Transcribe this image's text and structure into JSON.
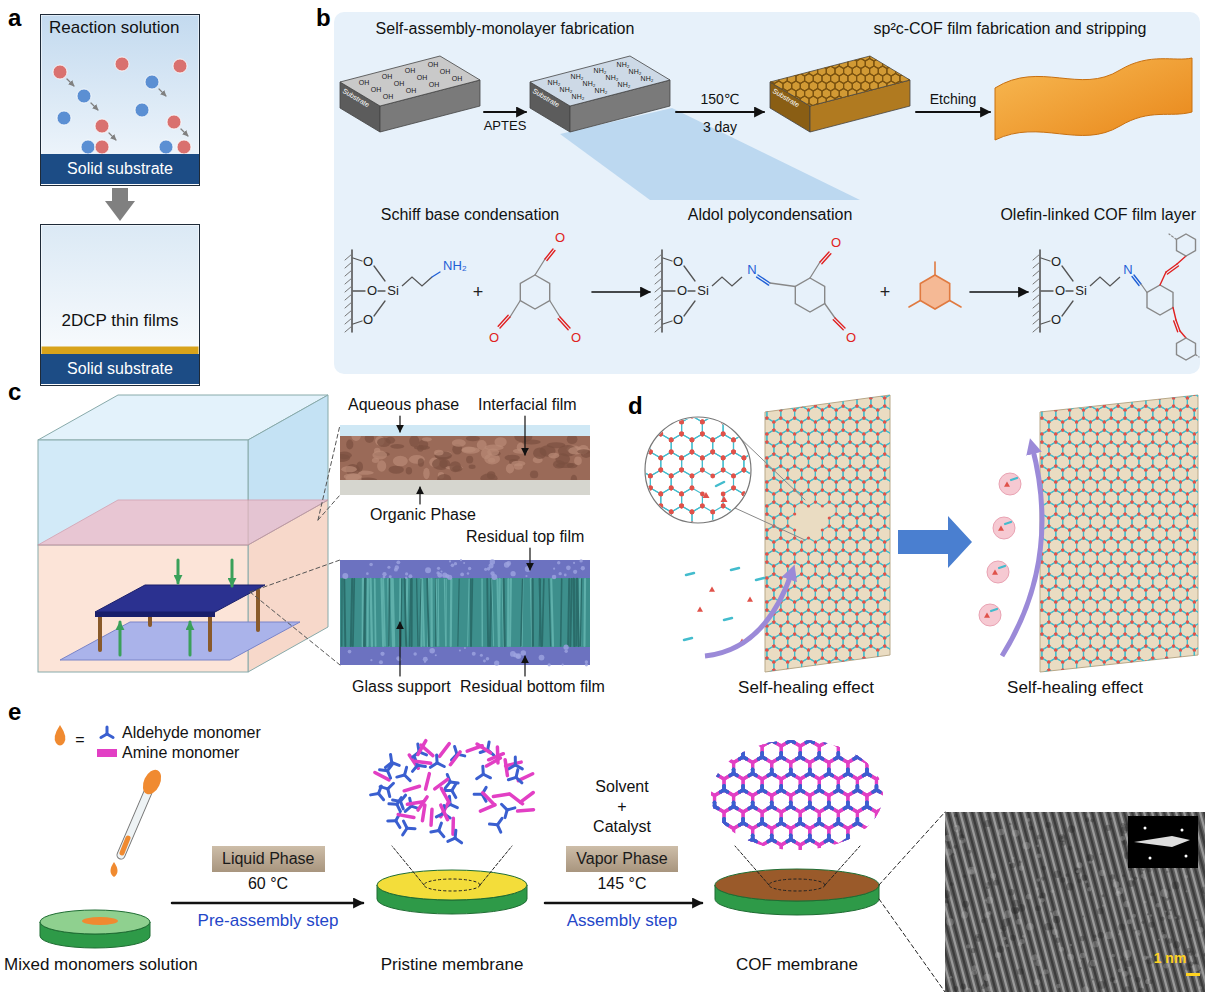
{
  "diagram": {
    "nodes": [
      {
        "text": [
          "Reaction solution"
        ]
      },
      {
        "text": [
          "Solid substrate"
        ],
        "in": 0
      },
      {
        "text": [
          "2DCP thin films"
        ]
      },
      {
        "text": [
          "Solid substrate"
        ],
        "in": 2
      },
      {
        "text": [
          "Liquid Phase"
        ]
      },
      {
        "text": [
          "Vapor Phase"
        ]
      }
    ],
    "edges": [
      {
        "from": 0,
        "to": 2,
        "arrow": "to"
      }
    ],
    "labels": [
      "a",
      "b",
      "Self-assembly-monolayer fabrication",
      "sp²c-COF film fabrication and stripping",
      "Substrate",
      "Substrate",
      "Substrate",
      "OH",
      "OH",
      "OH",
      "OH",
      "OH",
      "OH",
      "OH",
      "OH",
      "OH",
      "OH",
      "OH",
      "OH",
      "NH₂",
      "NH₂",
      "NH₂",
      "NH₂",
      "NH₂",
      "NH₂",
      "NH₂",
      "NH₂",
      "NH₂",
      "NH₂",
      "NH₂",
      "NH₂",
      "APTES",
      "150℃",
      "3 day",
      "Etching",
      "Schiff base condensation",
      "Aldol polycondensation",
      "Olefin-linked COF film layer",
      "O",
      "O",
      "O",
      "Si",
      "NH₂",
      "+",
      "O",
      "O",
      "O",
      "O",
      "O",
      "O",
      "Si",
      "N",
      "O",
      "O",
      "+",
      "O",
      "O",
      "O",
      "Si",
      "N",
      "c",
      "Aqueous phase",
      "Interfacial film",
      "Organic Phase",
      "Residual top film",
      "Glass support",
      "Residual bottom film",
      "d",
      "Self-healing effect",
      "Self-healing effect",
      "e",
      "=",
      "Solvent",
      "+",
      "Catalyst",
      "60 °C",
      "145 °C",
      "Pre-assembly step",
      "Assembly step",
      "Mixed monomers solution",
      "Pristine membrane",
      "COF membrane",
      "1 nm"
    ],
    "legend": [
      {
        "text": "Aldehyde monomer"
      },
      {
        "text": "Amine monomer",
        "color": "#e23fc4"
      }
    ]
  }
}
